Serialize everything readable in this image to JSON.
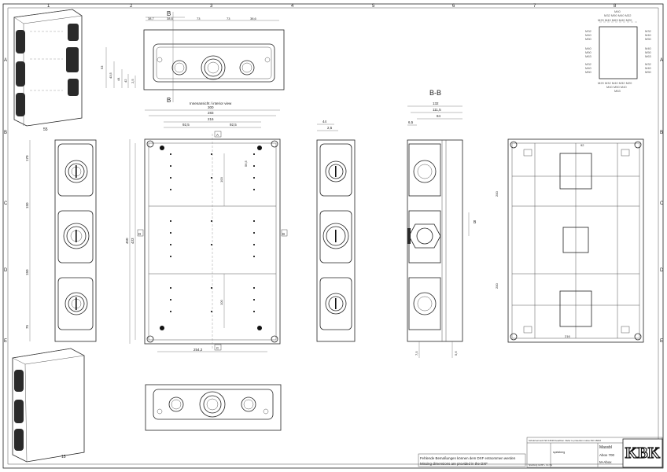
{
  "sheet": {
    "col_labels": [
      "1",
      "2",
      "3",
      "4",
      "5",
      "6",
      "7",
      "8"
    ],
    "row_labels": [
      "A",
      "B",
      "C",
      "D",
      "E"
    ]
  },
  "section_marks": {
    "b_top": "B",
    "b_bottom": "B",
    "section_title": "B-B",
    "interior_view": "Innenansicht / interior view"
  },
  "dims_front_top": {
    "d1": "38,7",
    "d2": "38,6",
    "d3": "73",
    "d4": "73",
    "d5": "38,6",
    "v1": "93",
    "v2": "43,5",
    "v3": "44",
    "v4": "42",
    "v5": "2,5"
  },
  "dims_plan": {
    "w1": "300",
    "w2": "283",
    "w3": "216",
    "w4": "92,5",
    "w5": "92,5",
    "h1": "450",
    "h2": "433",
    "inner1": "100",
    "inner2": "100",
    "bottom": "254,2",
    "side": "56,5",
    "marker_a": "A",
    "marker_b": "B",
    "marker_c": "C",
    "marker_d": "D"
  },
  "dims_left": {
    "h1": "170",
    "h2": "150",
    "h3": "150",
    "h4": "75"
  },
  "dims_mid": {
    "w1": "44",
    "w2": "2,5"
  },
  "dims_section": {
    "w1": "132",
    "w2": "111,5",
    "w3": "84",
    "w4": "6,5",
    "side": "B",
    "v1": "7,5",
    "v2": "5,6"
  },
  "dims_back": {
    "top": "92",
    "bottom": "216",
    "v1": "200",
    "v2": "200"
  },
  "iso_labels": {
    "top_num": "55",
    "bottom_num": "15"
  },
  "entries": {
    "top": "M40",
    "row1": "M32 M50 M40 M32",
    "row2": "M20 M40 M63 M40 M20",
    "left": [
      "M32",
      "M40",
      "M50",
      "M40",
      "M50",
      "M63",
      "M32",
      "M40",
      "M50"
    ],
    "right": [
      "M32",
      "M40",
      "M50",
      "M40",
      "M50",
      "M63",
      "M32",
      "M40",
      "M50"
    ],
    "brow1": "M20 M32 M40 M32 M20",
    "brow2": "M40 M50 M40",
    "bottom": "M63"
  },
  "title_block": {
    "note_de": "Fehlende Bemaßungen können dem DXF entnommen werden",
    "note_en": "Missing dimensions are provided in the DXF",
    "top_note": "Schutzvermerk ISO 16016 beachten. Refer to protection notice ISO 16016",
    "brand": "spelsberg",
    "title1": "Massbl",
    "title2": "Abox 700",
    "title3": "M-Abox",
    "footer": "Spelsberg GmbH + Co. KG"
  },
  "logo": {
    "text": "KBK"
  }
}
